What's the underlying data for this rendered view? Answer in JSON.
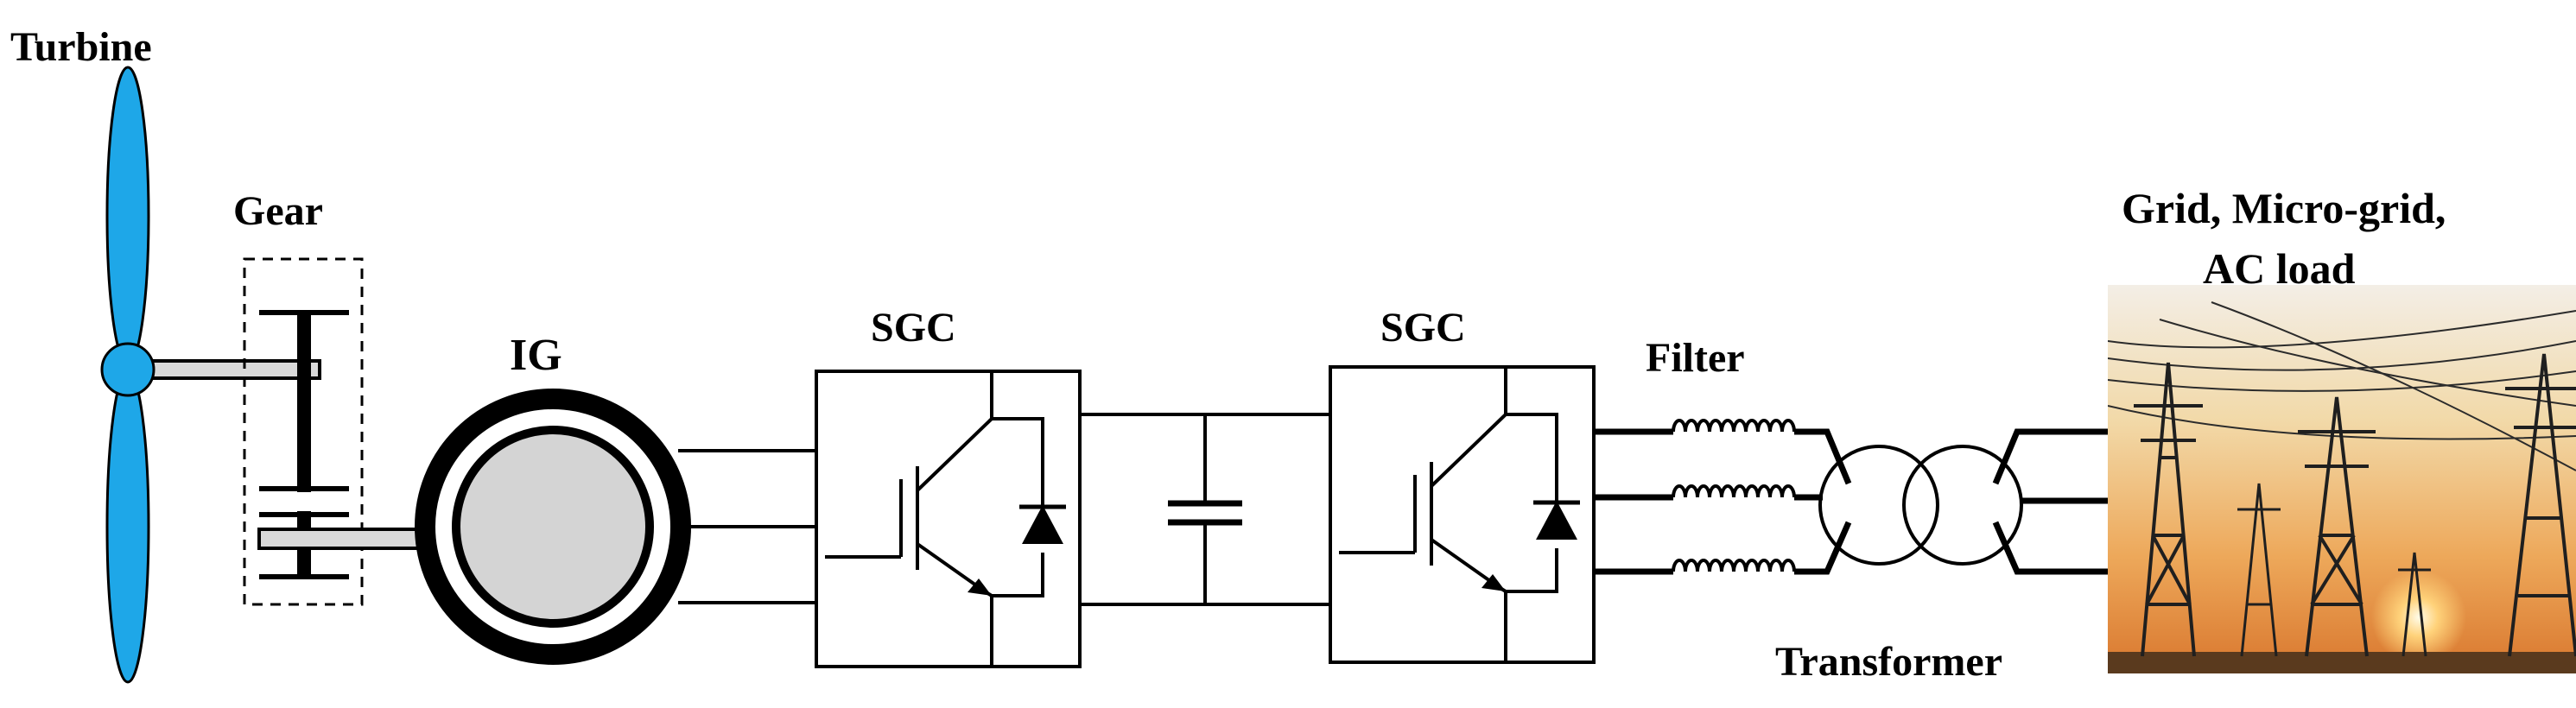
{
  "labels": {
    "turbine": "Turbine",
    "gear": "Gear",
    "generator": "IG",
    "converter_1": "SGC",
    "converter_2": "SGC",
    "filter": "Filter",
    "transformer": "Transformer",
    "load_line_1": "Grid, Micro-grid,",
    "load_line_2": "AC load"
  },
  "colors": {
    "blade": "#1ea7e8",
    "hub": "#1ea7e8",
    "shaft": "#d9d9d9",
    "generator_rotor": "#d4d4d4",
    "line": "#000000"
  },
  "icons": {
    "switch": "igbt-with-antiparallel-diode",
    "dc_link": "capacitor",
    "filter": "inductor-coil",
    "transformer": "two-winding-transformer",
    "load": "power-transmission-towers-photo"
  }
}
